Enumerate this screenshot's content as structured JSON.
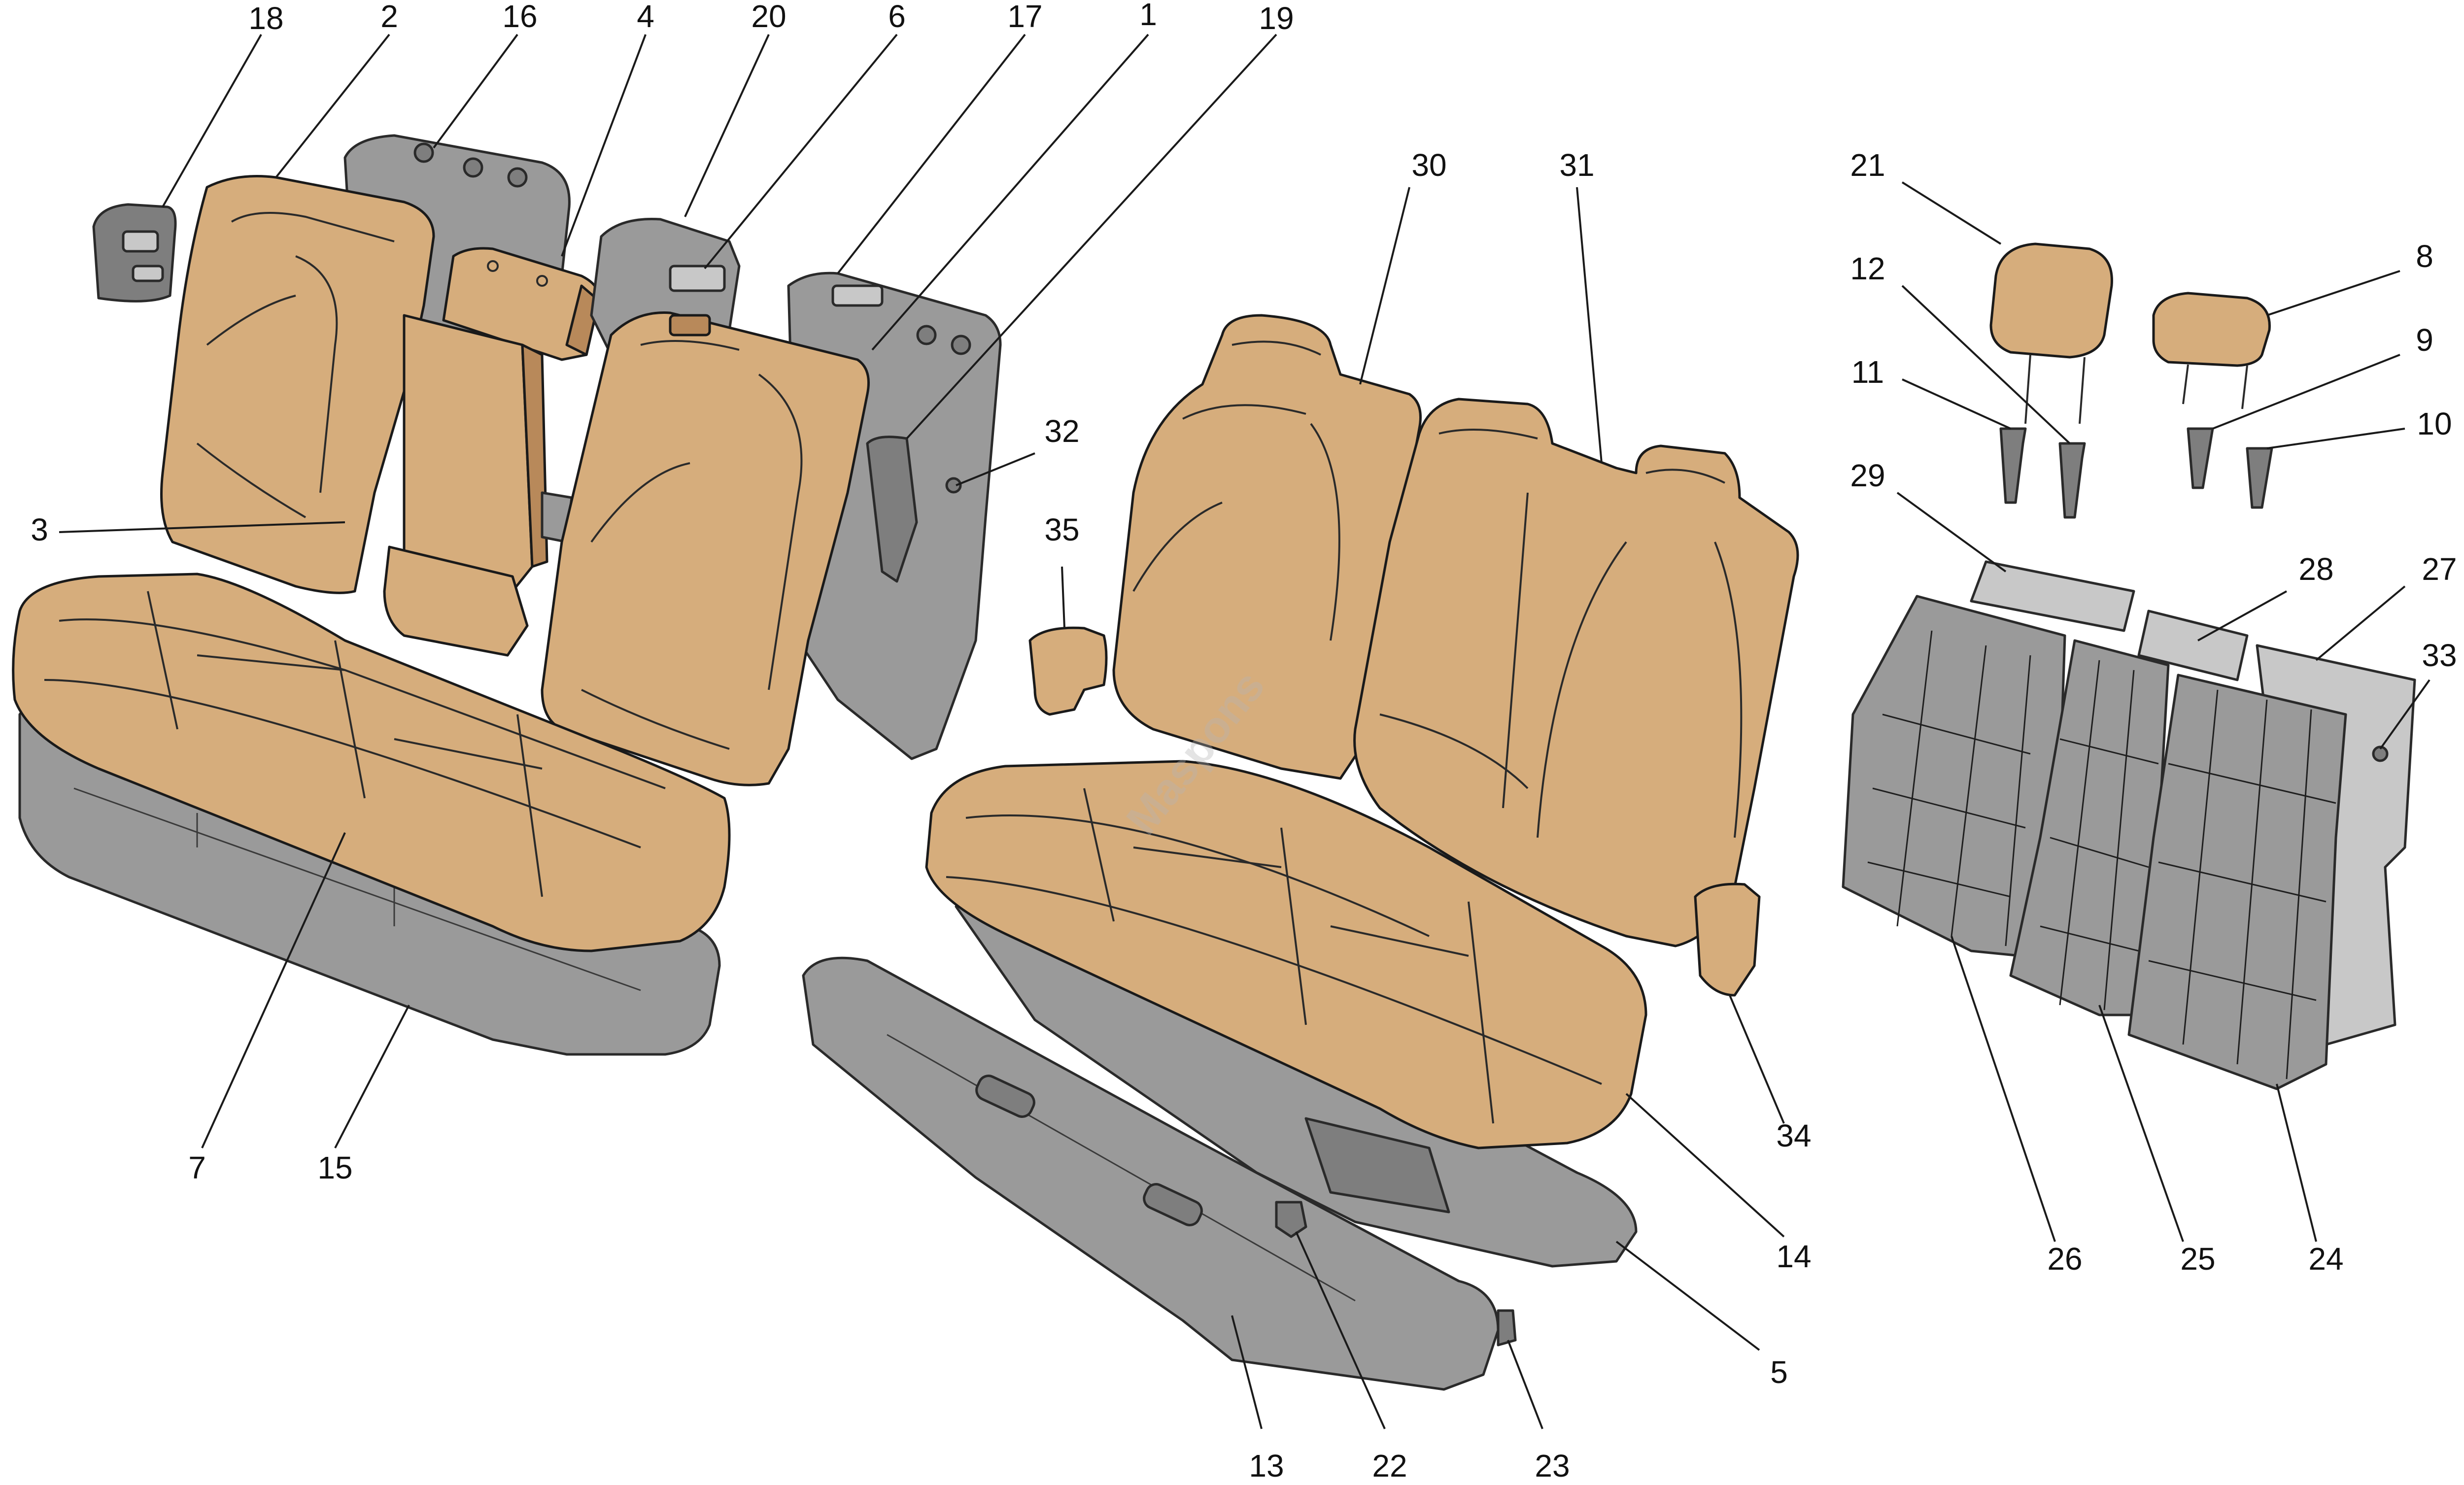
{
  "diagram": {
    "callouts": [
      "1",
      "2",
      "3",
      "4",
      "5",
      "6",
      "7",
      "8",
      "9",
      "10",
      "11",
      "12",
      "13",
      "14",
      "15",
      "16",
      "17",
      "18",
      "19",
      "20",
      "21",
      "22",
      "23",
      "24",
      "25",
      "26",
      "27",
      "28",
      "29",
      "30",
      "31",
      "32",
      "33",
      "34",
      "35"
    ],
    "watermark": "Maspons"
  },
  "colors": {
    "upholstery": "#D6AD7C",
    "frame": "#9A9A9A",
    "line": "#1a1a1a"
  }
}
